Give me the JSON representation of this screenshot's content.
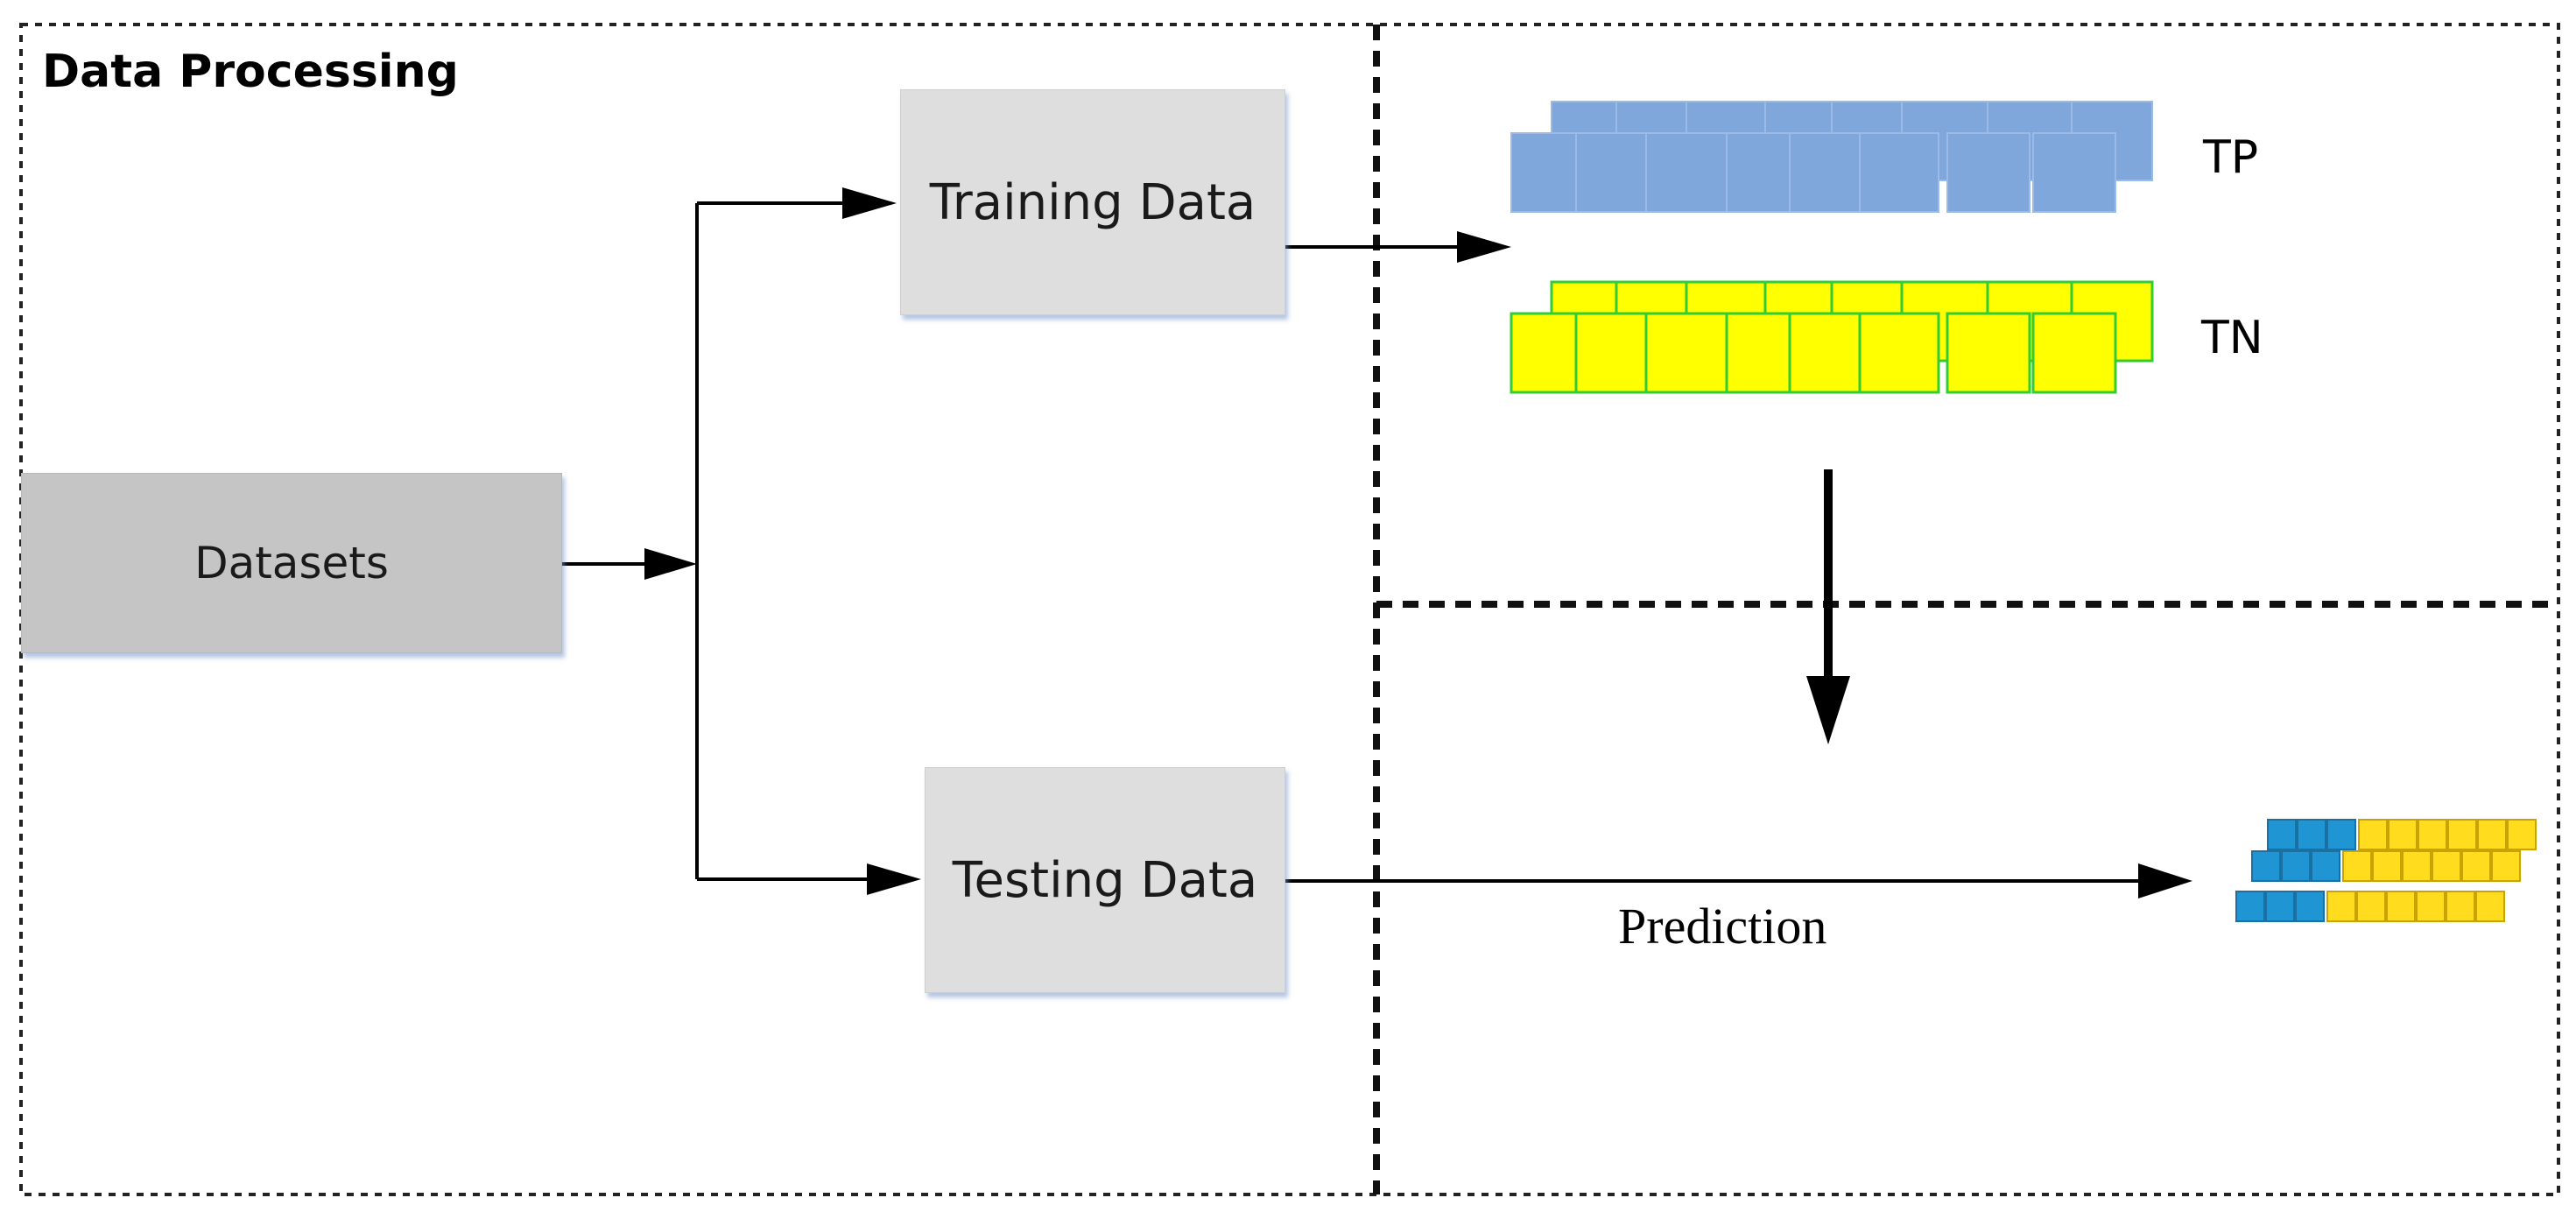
{
  "diagram": {
    "title": "Data Processing",
    "nodes": {
      "datasets": "Datasets",
      "training": "Training Data",
      "testing": "Testing Data"
    },
    "classes": {
      "tp": "TP",
      "tn": "TN"
    },
    "edge_labels": {
      "prediction": "Prediction"
    },
    "colors": {
      "tp_fill": "#7fa7dc",
      "tn_fill": "#ffff00",
      "tn_border": "#33cc33",
      "pred_blue": "#1f96d3",
      "pred_yellow": "#ffdd1e"
    }
  }
}
